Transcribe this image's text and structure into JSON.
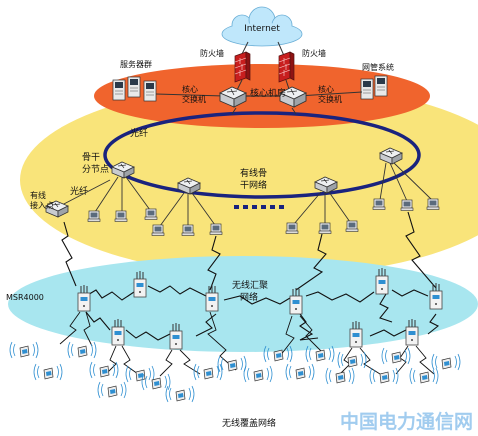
{
  "diagram": {
    "internet_label": "Internet",
    "firewall_left_label": "防火墙",
    "firewall_right_label": "防火墙",
    "server_cluster_label": "服务器群",
    "nms_label": "网管系统",
    "core_switch_left_label": [
      "核心",
      "交换机"
    ],
    "core_switch_right_label": [
      "核心",
      "交换机"
    ],
    "core_room_label": "核心机房",
    "fiber_top_label": "光纤",
    "backbone_node_label": [
      "骨干",
      "分节点"
    ],
    "fiber_left_label": "光纤",
    "wired_backbone_label": [
      "有线骨",
      "干网络"
    ],
    "wired_access_label": [
      "有线",
      "接入点"
    ],
    "wireless_aggregation_label": [
      "无线汇聚",
      "网络"
    ],
    "msr_label": "MSR4000",
    "wireless_coverage_label": "无线覆盖网络",
    "watermark": "中国电力通信网"
  },
  "colors": {
    "yellow_zone": "#f9e47a",
    "core_red": "#f0642d",
    "cyan_zone": "#a8e6ef",
    "ring": "#1a237e",
    "firewall": "#c81e1e",
    "cloud": "#bfe7fb"
  }
}
